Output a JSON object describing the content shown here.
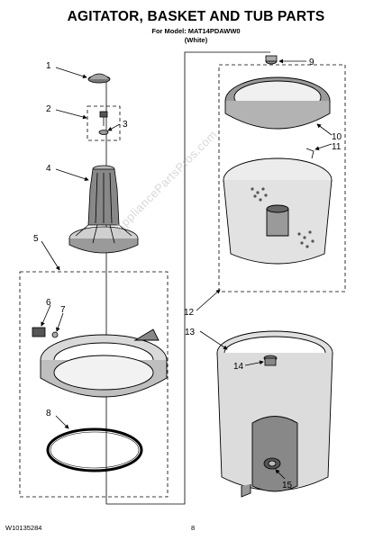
{
  "header": {
    "title": "AGITATOR, BASKET AND TUB PARTS",
    "model_line": "For Model: MAT14PDAWW0",
    "color_line": "(White)"
  },
  "watermark": "AppliancePartsPros.com",
  "callouts": [
    "1",
    "2",
    "3",
    "4",
    "5",
    "6",
    "7",
    "8",
    "9",
    "10",
    "11",
    "12",
    "13",
    "14",
    "15"
  ],
  "footer": {
    "doc_number": "W10135284",
    "page_number": "8"
  }
}
